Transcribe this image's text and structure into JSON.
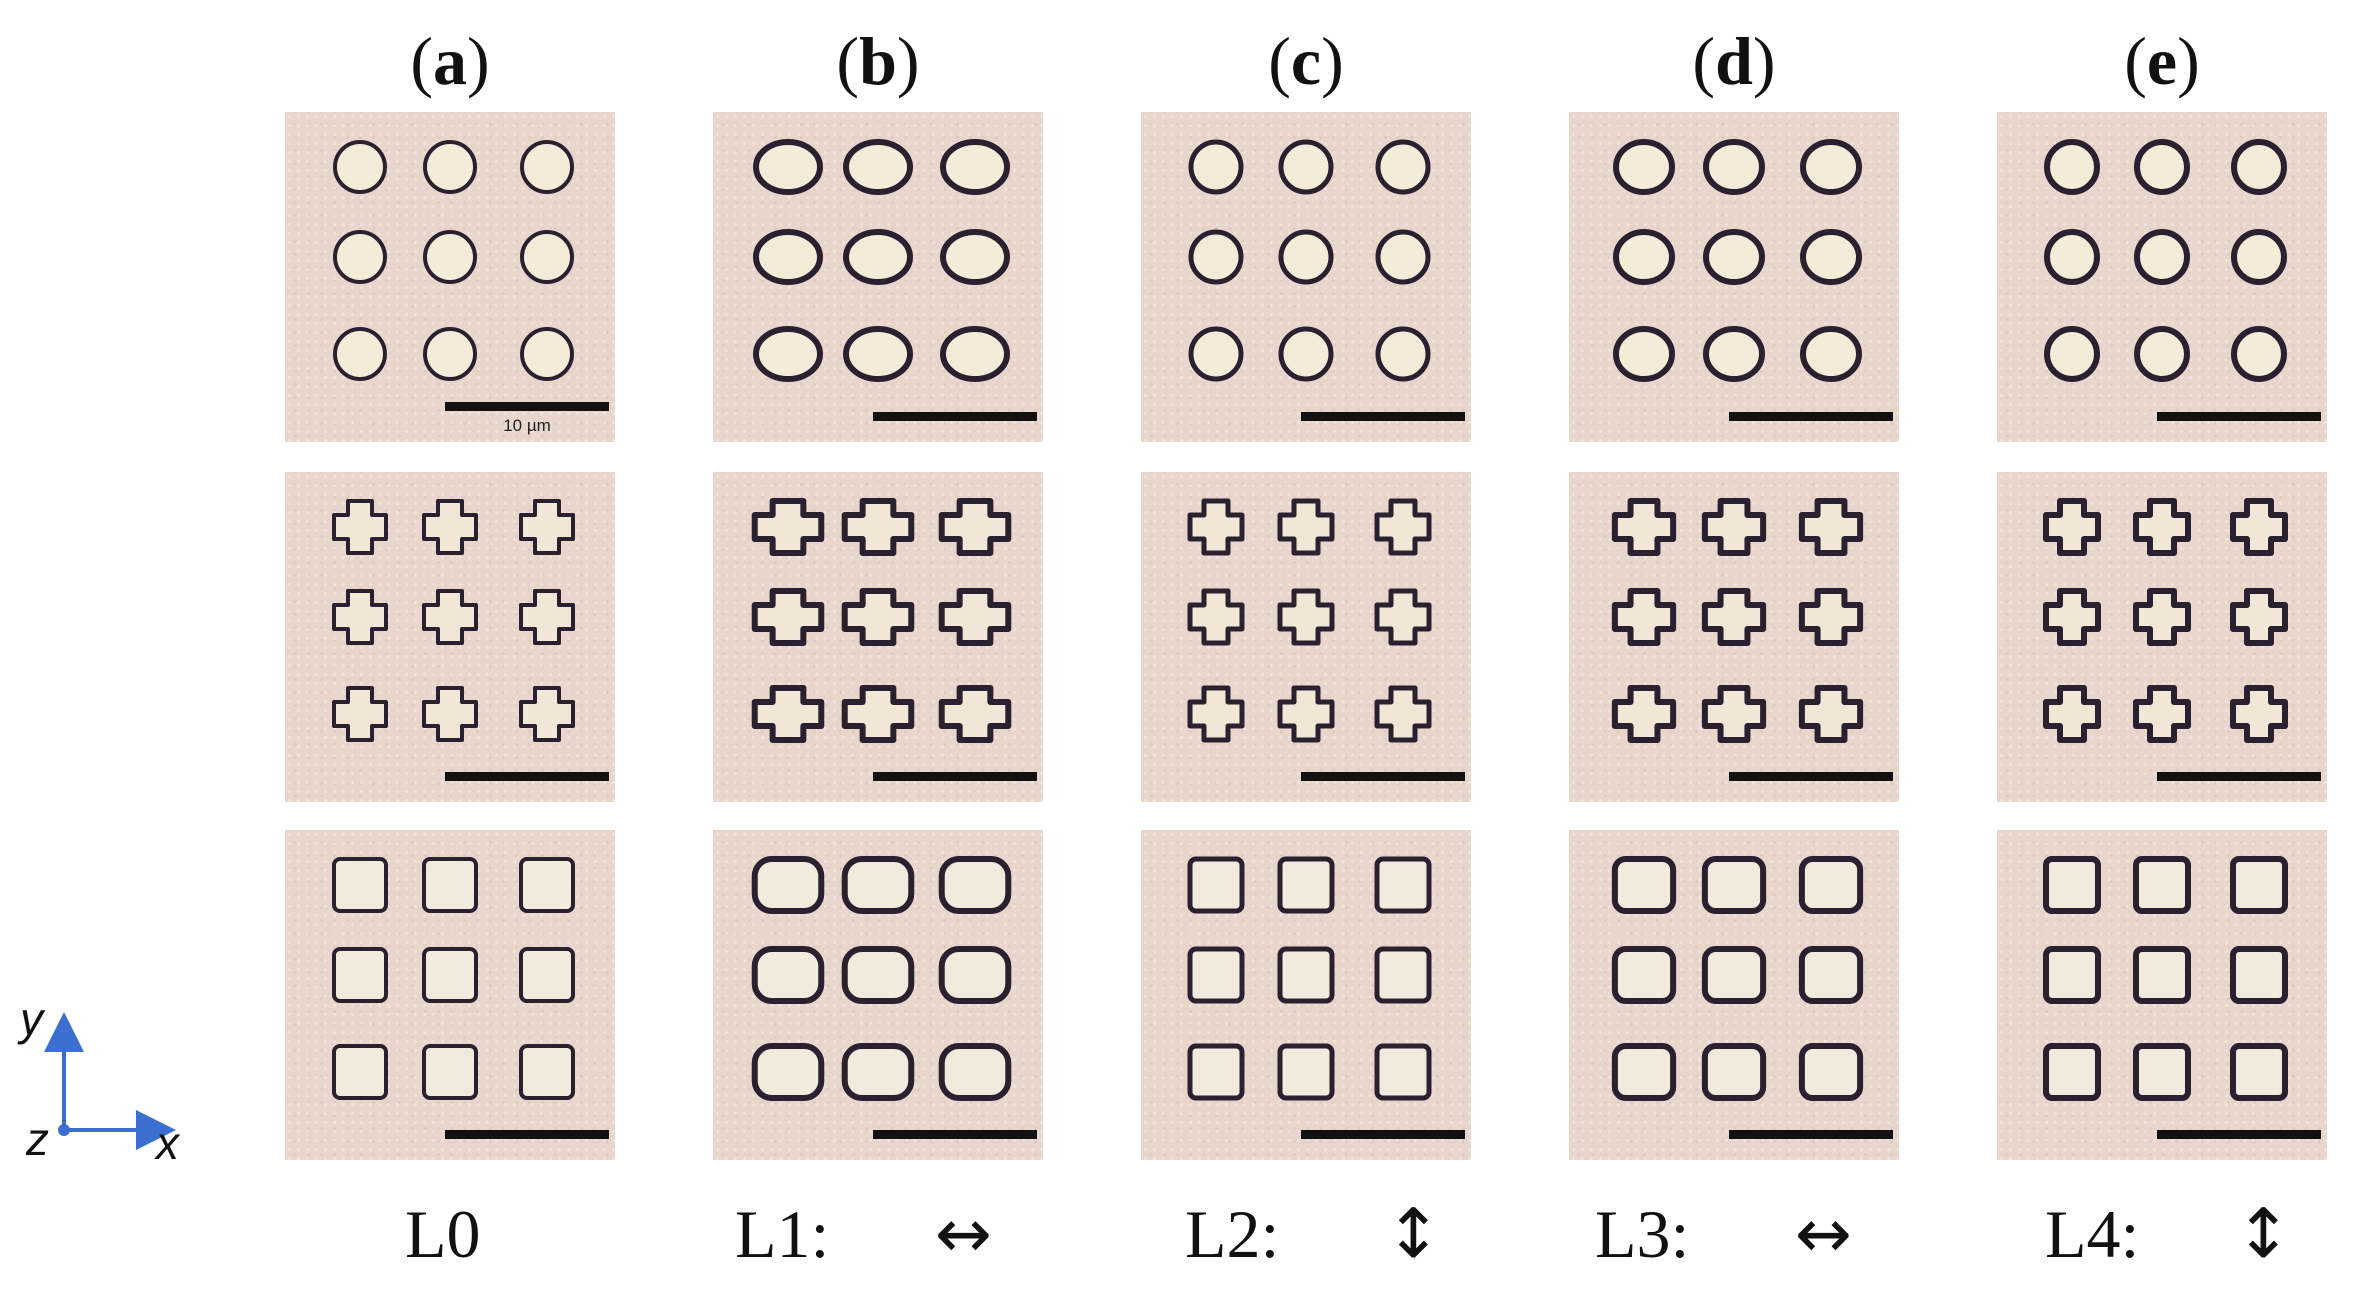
{
  "columns": [
    {
      "letter": "a",
      "label": "L0",
      "arrow": ""
    },
    {
      "letter": "b",
      "label": "L1:",
      "arrow": "↔"
    },
    {
      "letter": "c",
      "label": "L2:",
      "arrow": "↕"
    },
    {
      "letter": "d",
      "label": "L3:",
      "arrow": "↔"
    },
    {
      "letter": "e",
      "label": "L4:",
      "arrow": "↕"
    }
  ],
  "rows": [
    "circle",
    "cross",
    "square"
  ],
  "scale_bar_label": "10 µm",
  "axes": {
    "x": "x",
    "y": "y",
    "z": "z"
  },
  "colors": {
    "background": "#e8d6cc",
    "outline": "#2a2030"
  }
}
